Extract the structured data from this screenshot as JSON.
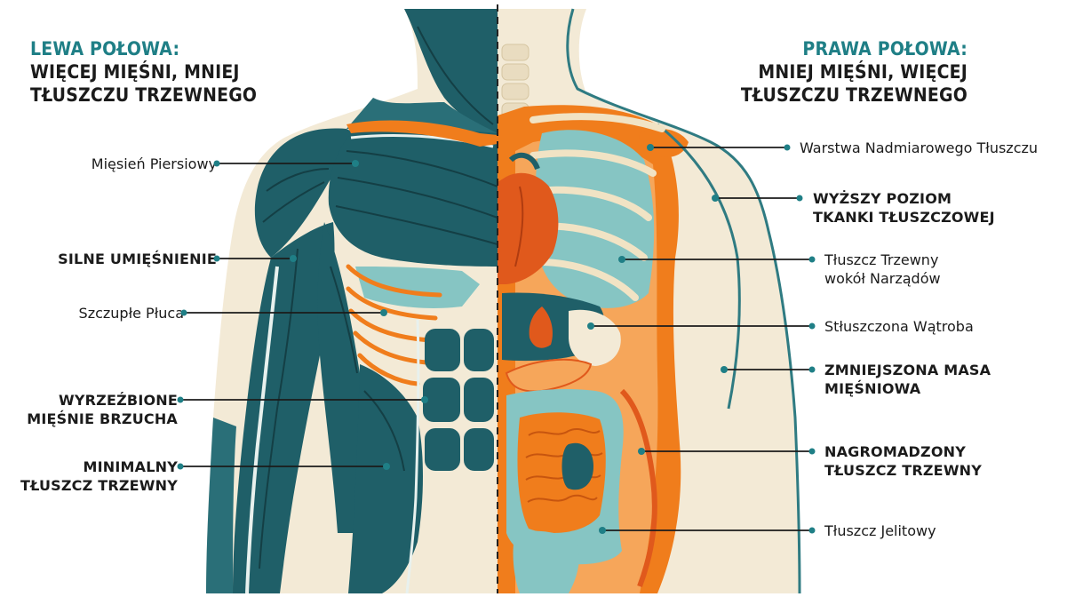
{
  "left_heading": {
    "highlight": "LEWA POŁOWA:",
    "subtitle": "WIĘCEJ MIĘŚNI, MNIEJ\nTŁUSZCZU TRZEWNEGO"
  },
  "right_heading": {
    "highlight": "PRAWA POŁOWA:",
    "subtitle": "MNIEJ MIĘŚNI, WIĘCEJ\nTŁUSZCZU TRZEWNEGO"
  },
  "left_labels": [
    "Mięsień Piersiowy",
    "SILNE UMIĘŚNIENIE",
    "Szczupłe Płuca",
    "WYRZEŹBIONE\nMIĘŚNIE BRZUCHA",
    "MINIMALNY\nTŁUSZCZ TRZEWNY"
  ],
  "right_labels": [
    "Warstwa Nadmiarowego Tłuszczu",
    "WYŻSZY POZIOM\nTKANKI TŁUSZCZOWEJ",
    "Tłuszcz Trzewny\nwokół Narządów",
    "Stłuszczona Wątroba",
    "ZMNIEJSZONA MASA\nMIĘŚNIOWA",
    "NAGROMADZONY\nTŁUSZCZ TRZEWNY",
    "Tłuszcz Jelitowy"
  ],
  "colors": {
    "teal_muscle": "#1f5f68",
    "teal_dark": "#174b52",
    "teal_light": "#86c5c3",
    "orange_fat": "#f07d1c",
    "orange_light": "#f6a65a",
    "skin": "#f3ead6",
    "heading_accent": "#1f7f86",
    "ink": "#1b1b1b"
  }
}
